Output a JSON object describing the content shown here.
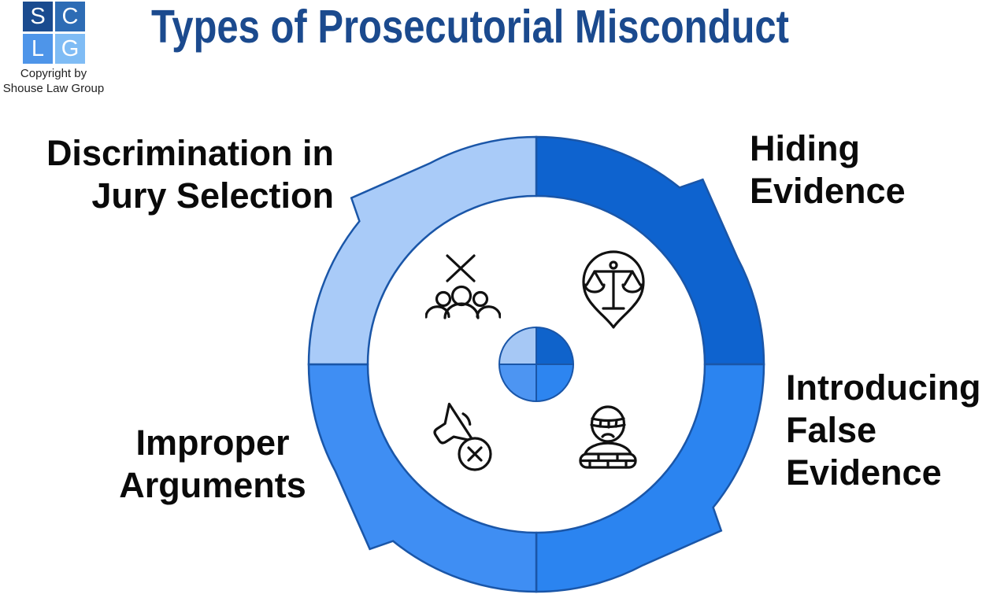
{
  "page": {
    "background": "#ffffff"
  },
  "logo": {
    "tiles": [
      {
        "letter": "S",
        "color": "#1a4b8f"
      },
      {
        "letter": "C",
        "color": "#2d6cb5"
      },
      {
        "letter": "L",
        "color": "#4e95e9"
      },
      {
        "letter": "G",
        "color": "#7fbcf5"
      }
    ],
    "copyright_line1": "Copyright by",
    "copyright_line2": "Shouse Law Group"
  },
  "title": {
    "text": "Types of Prosecutorial Misconduct",
    "color": "#1b4a8e"
  },
  "diagram": {
    "type": "cycle",
    "flow": "clockwise",
    "stroke_color": "#1a56a8",
    "icon_color": "#111111",
    "label_color": "#0a0a0a",
    "segments": [
      {
        "id": "hiding-evidence",
        "quadrant": "top-right",
        "color": "#0e63cf",
        "lines": [
          "Hiding",
          "Evidence"
        ],
        "icon": "scales-location-pin-icon"
      },
      {
        "id": "introducing-false-evidence",
        "quadrant": "bottom-right",
        "color": "#2b84f0",
        "lines": [
          "Introducing",
          "False",
          "Evidence"
        ],
        "icon": "blindfolded-prisoner-icon"
      },
      {
        "id": "improper-arguments",
        "quadrant": "bottom-left",
        "color": "#3f8ef3",
        "lines": [
          "Improper",
          "Arguments"
        ],
        "icon": "muted-megaphone-icon"
      },
      {
        "id": "discrimination-jury-selection",
        "quadrant": "top-left",
        "color": "#a9cbf8",
        "lines": [
          "Discrimination in",
          "Jury Selection"
        ],
        "icon": "jury-strike-icon"
      }
    ],
    "hub": {
      "top_left": "#a6c8f5",
      "top_right": "#0f63cb",
      "bottom_left": "#4d95f2",
      "bottom_right": "#2d85f0"
    }
  }
}
